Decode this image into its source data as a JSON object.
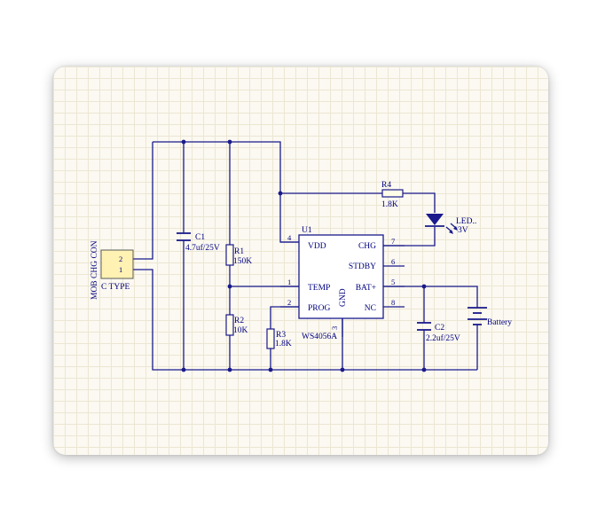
{
  "connector": {
    "title": "MOB CHG CON",
    "type_label": "C TYPE",
    "pin_a": "2",
    "pin_b": "1"
  },
  "c1": {
    "ref": "C1",
    "value": "4.7uf/25V"
  },
  "r1": {
    "ref": "R1",
    "value": "150K"
  },
  "r2": {
    "ref": "R2",
    "value": "10K"
  },
  "r3": {
    "ref": "R3",
    "value": "1.8K"
  },
  "r4": {
    "ref": "R4",
    "value": "1.8K"
  },
  "led": {
    "ref": "LED..",
    "value": "3V"
  },
  "u1": {
    "ref": "U1",
    "part": "WS4056A",
    "pins": {
      "vdd": {
        "name": "VDD",
        "num": "4"
      },
      "temp": {
        "name": "TEMP",
        "num": "1"
      },
      "prog": {
        "name": "PROG",
        "num": "2"
      },
      "gnd": {
        "name": "GND",
        "num": "3"
      },
      "chg": {
        "name": "CHG",
        "num": "7"
      },
      "stdby": {
        "name": "STDBY",
        "num": "6"
      },
      "bat": {
        "name": "BAT+",
        "num": "5"
      },
      "nc": {
        "name": "NC",
        "num": "8"
      }
    }
  },
  "c2": {
    "ref": "C2",
    "value": "2.2uf/25V"
  },
  "battery": {
    "label": "Battery"
  },
  "colors": {
    "wire": "#1a1a8c",
    "text": "#000080",
    "connector_fill": "#fff2b3",
    "sheet": "#fbf9f1"
  }
}
